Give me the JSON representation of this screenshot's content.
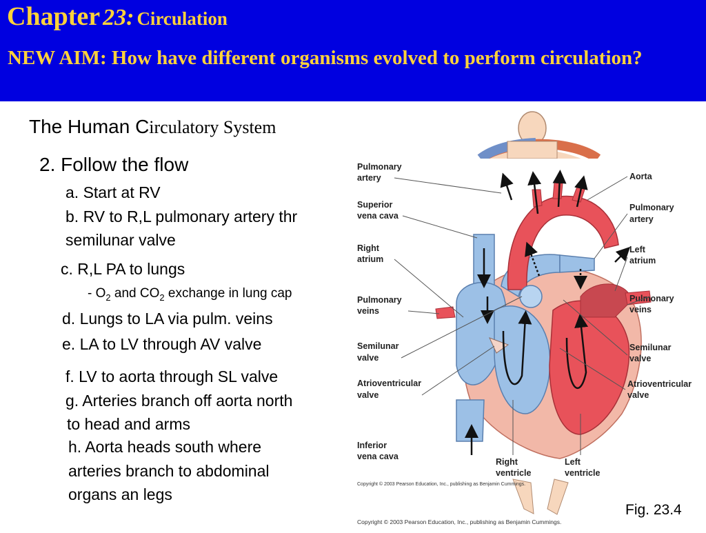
{
  "header": {
    "chapter_word": "Chapter",
    "chapter_number": "23:",
    "chapter_topic": "Circulation",
    "aim": "NEW AIM: How have different organisms evolved to perform circulation?"
  },
  "subtitle": {
    "sans_part": "The Human C",
    "serif_part": "irculatory System"
  },
  "steps": {
    "heading": "2. Follow the flow",
    "a": "a. Start at RV",
    "b1": "b. RV to R,L pulmonary artery thr",
    "b2": "semilunar valve",
    "c": "c. R,L PA to lungs",
    "c_sub": {
      "p1": "- O",
      "s1": "2",
      "p2": " and CO",
      "s2": "2",
      "p3": " exchange in lung cap"
    },
    "d": "d. Lungs to LA via pulm. veins",
    "e": "e. LA to LV through AV valve",
    "f": "f. LV to aorta through SL valve",
    "g1": "g. Arteries branch off aorta north",
    "g2": "to head and arms",
    "h1": "h. Aorta heads south where",
    "h2": "arteries branch to abdominal",
    "h3": "organs an legs"
  },
  "diagram": {
    "left_labels": {
      "pulmonary_artery": [
        "Pulmonary",
        "artery"
      ],
      "superior_vena_cava": [
        "Superior",
        "vena cava"
      ],
      "right_atrium": [
        "Right",
        "atrium"
      ],
      "pulmonary_veins": [
        "Pulmonary",
        "veins"
      ],
      "semilunar_valve": [
        "Semilunar",
        "valve"
      ],
      "atrioventricular_valve": [
        "Atrioventricular",
        "valve"
      ],
      "inferior_vena_cava": [
        "Inferior",
        "vena cava"
      ]
    },
    "right_labels": {
      "aorta": [
        "Aorta"
      ],
      "pulmonary_artery": [
        "Pulmonary",
        "artery"
      ],
      "left_atrium": [
        "Left",
        "atrium"
      ],
      "pulmonary_veins": [
        "Pulmonary",
        "veins"
      ],
      "semilunar_valve": [
        "Semilunar",
        "valve"
      ],
      "atrioventricular_valve": [
        "Atrioventricular",
        "valve"
      ]
    },
    "bottom_labels": {
      "right_ventricle": [
        "Right",
        "ventricle"
      ],
      "left_ventricle": [
        "Left",
        "ventricle"
      ]
    },
    "copyright_inner": "Copyright © 2003 Pearson Education, Inc., publishing as Benjamin Cummings.",
    "copyright_outer": "Copyright © 2003 Pearson Education, Inc., publishing as Benjamin Cummings.",
    "colors": {
      "oxygen_poor": "#9cc0e6",
      "oxygen_rich": "#e8525a",
      "muscle": "#f2b8a8",
      "label_text": "#222222"
    }
  },
  "figure_caption": "Fig. 23.4"
}
